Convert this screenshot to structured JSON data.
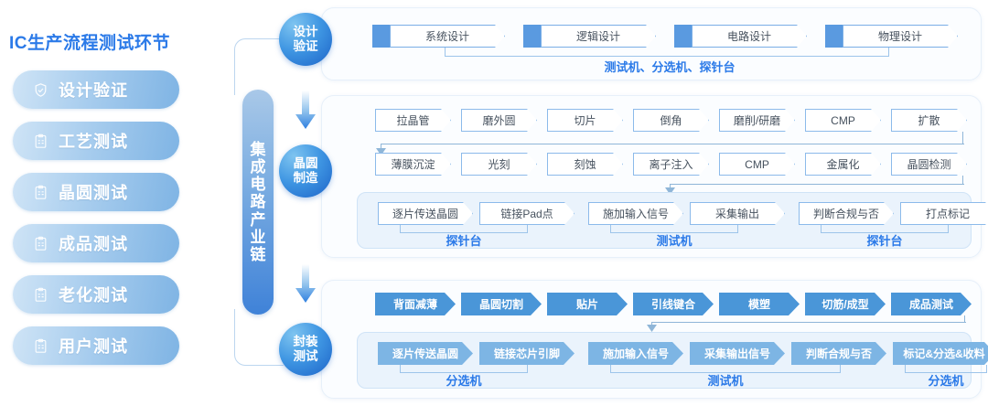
{
  "page": {
    "title": "IC生产流程测试环节"
  },
  "sidebar": {
    "items": [
      {
        "label": "设计验证",
        "icon": "shield-check-icon"
      },
      {
        "label": "工艺测试",
        "icon": "clipboard-check-icon"
      },
      {
        "label": "晶圆测试",
        "icon": "clipboard-check-icon"
      },
      {
        "label": "成品测试",
        "icon": "clipboard-check-icon"
      },
      {
        "label": "老化测试",
        "icon": "clipboard-check-icon"
      },
      {
        "label": "用户测试",
        "icon": "clipboard-check-icon"
      }
    ]
  },
  "chain": {
    "label": "集成电路产业链",
    "chars": [
      "集",
      "成",
      "电",
      "路",
      "产",
      "业",
      "链"
    ]
  },
  "stages": [
    {
      "id": "design",
      "line1": "设计",
      "line2": "验证"
    },
    {
      "id": "wafer",
      "line1": "晶圆",
      "line2": "制造"
    },
    {
      "id": "package",
      "line1": "封装",
      "line2": "测试"
    }
  ],
  "design_section": {
    "steps": [
      "系统设计",
      "逻辑设计",
      "电路设计",
      "物理设计"
    ],
    "caption": "测试机、分选机、探针台"
  },
  "wafer_section": {
    "row1": [
      "拉晶管",
      "磨外圆",
      "切片",
      "倒角",
      "磨削/研磨",
      "CMP",
      "扩散"
    ],
    "row2": [
      "薄膜沉淀",
      "光刻",
      "刻蚀",
      "离子注入",
      "CMP",
      "金属化",
      "晶圆检测"
    ],
    "row3": [
      "逐片传送晶圆",
      "链接Pad点",
      "施加输入信号",
      "采集输出",
      "判断合规与否",
      "打点标记"
    ],
    "captions": [
      "探针台",
      "测试机",
      "探针台"
    ]
  },
  "package_section": {
    "row1": [
      "背面减薄",
      "晶圆切割",
      "贴片",
      "引线键合",
      "模塑",
      "切筋/成型",
      "成品测试"
    ],
    "row2": [
      "逐片传送晶圆",
      "链接芯片引脚",
      "施加输入信号",
      "采集输出信号",
      "判断合规与否",
      "标记&分选&收料"
    ],
    "captions": [
      "分选机",
      "测试机",
      "分选机"
    ]
  },
  "colors": {
    "accent": "#2b7ae8",
    "chevron_outline": "#7aaee6",
    "chevron_solid": "#4a96d8",
    "chevron_solid_light": "#7db5e4",
    "card_bg": "#fbfdff",
    "inner_card_bg": "#eaf3fc"
  }
}
